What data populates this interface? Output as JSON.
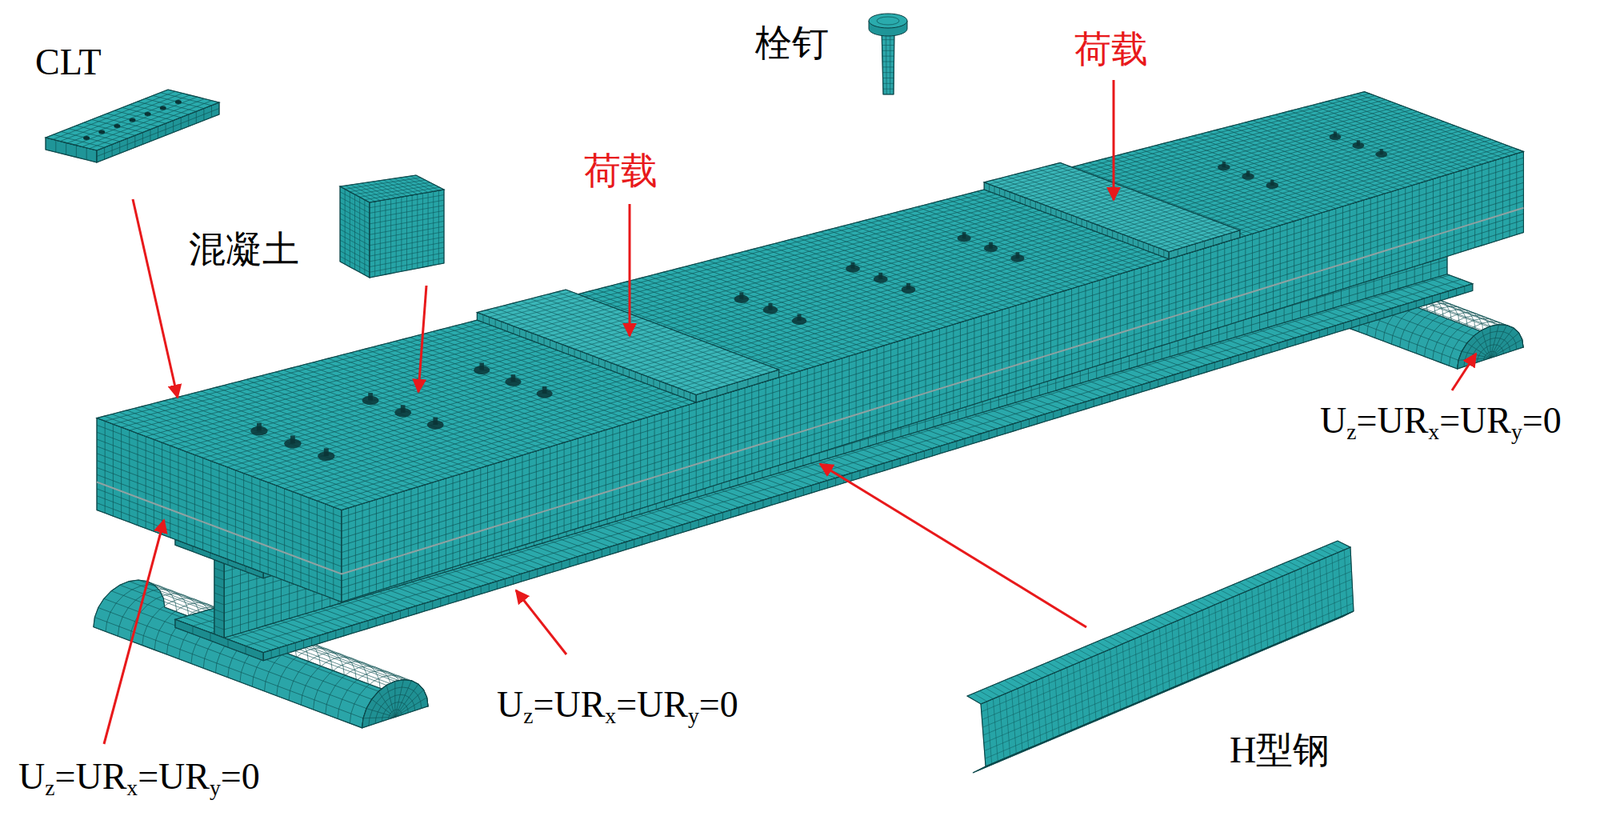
{
  "diagram": {
    "labels": [
      "栓钉",
      "荷载",
      "CLT",
      "荷载",
      "混凝土",
      "Uz=URx=URy=0",
      "Uz=URx=URy=0",
      "H型钢",
      "Uz=URx=URy=0"
    ]
  }
}
